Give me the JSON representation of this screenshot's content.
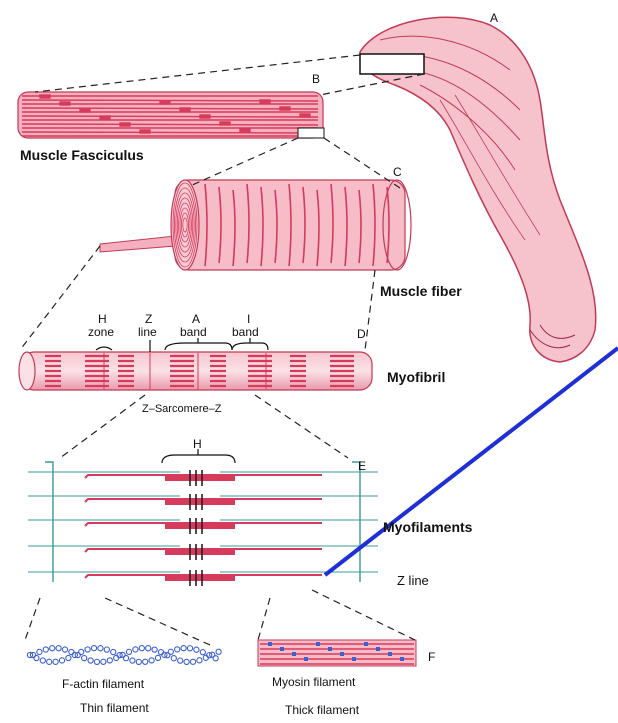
{
  "labels": {
    "letter_a": "A",
    "letter_b": "B",
    "letter_c": "C",
    "letter_d": "D",
    "letter_e": "E",
    "letter_f": "F",
    "fasciculus": "Muscle Fasciculus",
    "fiber": "Muscle fiber",
    "myofibril": "Myofibril",
    "myofilaments": "Myofilaments",
    "z_line": "Z line",
    "h_zone_1": "H",
    "h_zone_2": "zone",
    "z_line_top_1": "Z",
    "z_line_top_2": "line",
    "a_band_1": "A",
    "a_band_2": "band",
    "i_band_1": "I",
    "i_band_2": "band",
    "sarcomere": "Z–Sarcomere–Z",
    "h_upper": "H",
    "f_actin": "F-actin filament",
    "thin": "Thin filament",
    "myosin": "Myosin filament",
    "thick": "Thick filament"
  },
  "colors": {
    "muscle": "#d63a5c",
    "muscle_light": "#f4b8c4",
    "muscle_pale": "#fbdde3",
    "zline": "#3a9a9a",
    "blue_bead": "#3a5fcf",
    "overlay_line": "#1f2fd6"
  }
}
